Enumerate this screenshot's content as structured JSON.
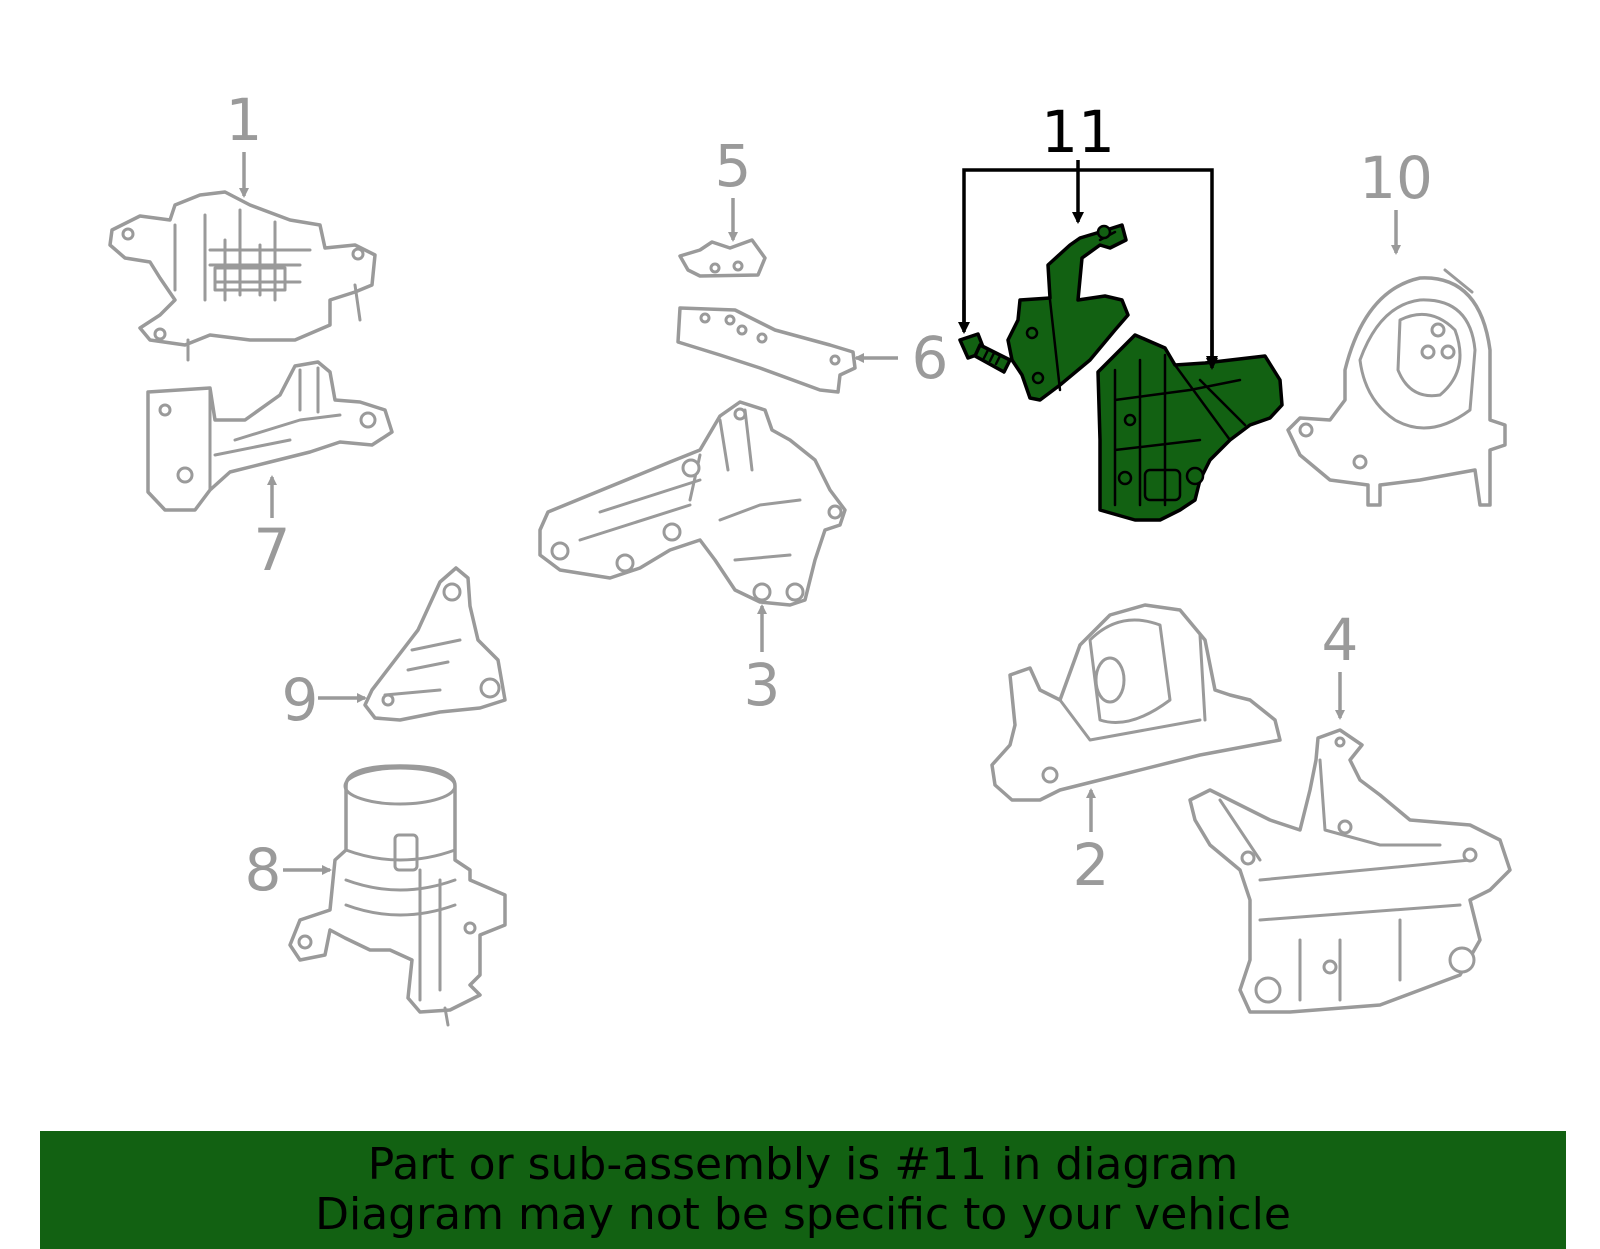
{
  "diagram": {
    "highlight_color": "#126112",
    "line_color": "#9a9a9a",
    "callouts": [
      "1",
      "2",
      "3",
      "4",
      "5",
      "6",
      "7",
      "8",
      "9",
      "10",
      "11"
    ],
    "highlighted_callout": "11"
  },
  "banner": {
    "line1": "Part or sub-assembly is #11 in diagram",
    "line2": "Diagram may not be specific to your vehicle",
    "background": "#126112"
  }
}
